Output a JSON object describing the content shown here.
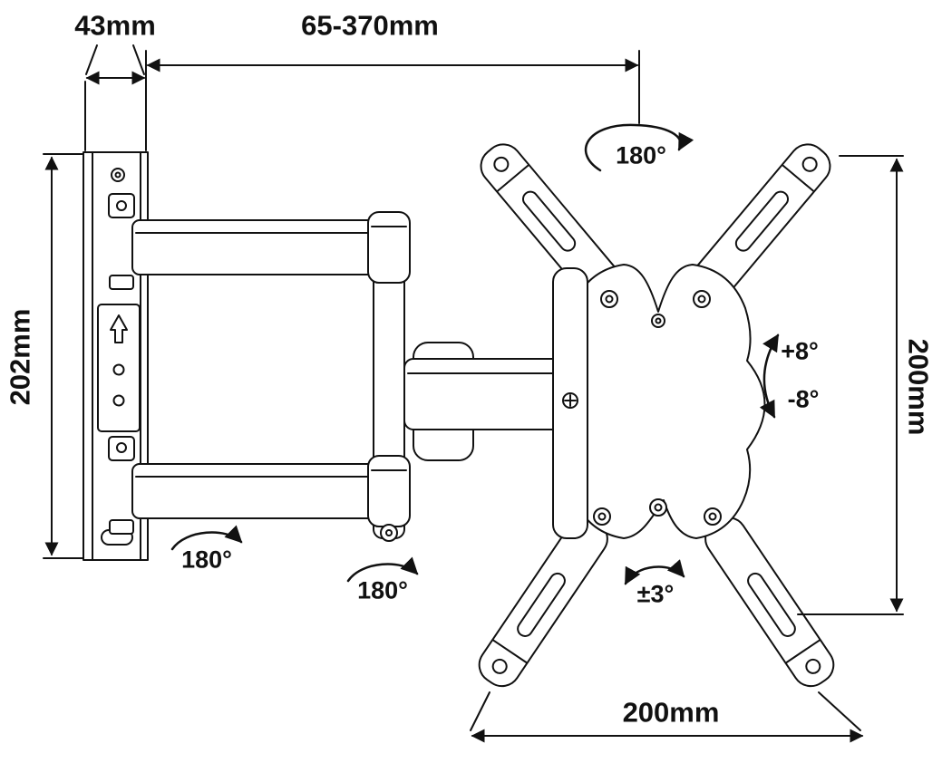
{
  "title": "Full-motion TV wall mount dimension diagram",
  "colors": {
    "line": "#111111",
    "background": "#ffffff"
  },
  "dimensions": {
    "wall_depth": {
      "label": "43mm"
    },
    "extension_range": {
      "label": "65-370mm"
    },
    "bracket_height": {
      "label": "202mm"
    },
    "vesa_height": {
      "label": "200mm"
    },
    "vesa_width": {
      "label": "200mm"
    }
  },
  "angles": {
    "plate_rotation": {
      "label": "180°"
    },
    "wall_swivel": {
      "label": "180°"
    },
    "arm_swivel": {
      "label": "180°"
    },
    "tilt_up": {
      "label": "+8°"
    },
    "tilt_down": {
      "label": "-8°"
    },
    "roll": {
      "label": "±3°"
    }
  }
}
